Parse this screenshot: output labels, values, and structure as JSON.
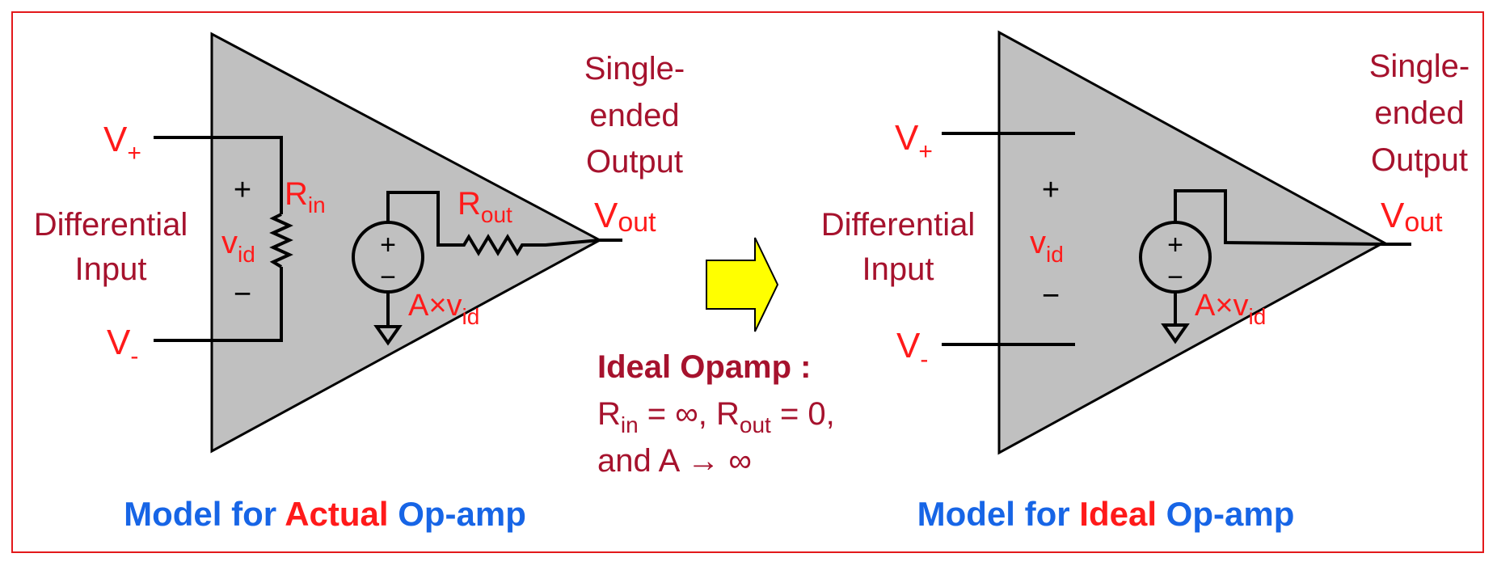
{
  "colors": {
    "frame": "#e3191b",
    "triangle_fill": "#c0c0c0",
    "wire": "#000000",
    "label_red": "#ff1a1a",
    "label_dark_red": "#a6122d",
    "title_blue": "#1765e6",
    "arrow_fill": "#ffff00"
  },
  "common": {
    "v_plus_main": "V",
    "v_plus_sub": "+",
    "v_minus_main": "V",
    "v_minus_sub": "-",
    "diff_line1": "Differential",
    "diff_line2": "Input",
    "plus_sign": "+",
    "minus_sign": "−",
    "vid_main": "v",
    "vid_sub": "id",
    "out_line1": "Single-",
    "out_line2": "ended",
    "out_line3": "Output",
    "vout_main": "V",
    "vout_sub": "out",
    "gain_main": "A×v",
    "gain_sub": "id",
    "src_plus": "+",
    "src_minus": "−"
  },
  "actual": {
    "rin_main": "R",
    "rin_sub": "in",
    "rout_main": "R",
    "rout_sub": "out",
    "caption_part1": "Model for ",
    "caption_part2": "Actual",
    "caption_part3": " Op-amp"
  },
  "ideal": {
    "caption_part1": "Model for ",
    "caption_part2": "Ideal",
    "caption_part3": " Op-amp"
  },
  "middle_note": {
    "title": "Ideal Opamp :",
    "line2_r": "R",
    "line2_in": "in",
    "line2_eq_inf": " = ∞, R",
    "line2_out": "out",
    "line2_eq_zero": " = 0,",
    "line3": "and A → ∞"
  }
}
